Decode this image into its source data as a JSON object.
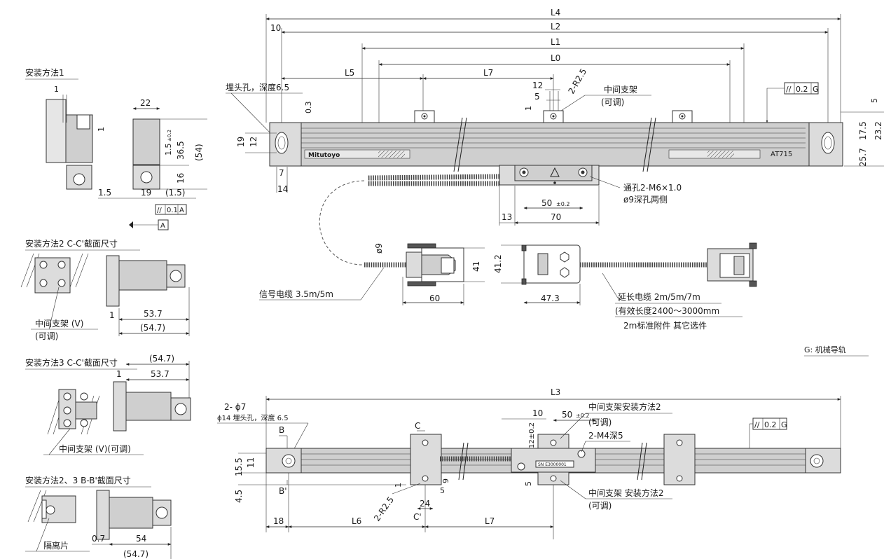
{
  "main": {
    "dims": {
      "L4": "L4",
      "L2": "L2",
      "L1": "L1",
      "L0": "L0",
      "L5": "L5",
      "L7": "L7",
      "d10": "10",
      "d12": "12",
      "d5": "5",
      "r25": "2-R2.5",
      "d1": "1",
      "d03": "0.3",
      "d19": "19",
      "d12b": "12",
      "d7": "7",
      "d14": "14",
      "d5r": "5",
      "d232": "23.2",
      "d175": "17.5",
      "d257": "25.7",
      "d50": "50",
      "tol02": "±0.2",
      "d13": "13",
      "d70": "70",
      "d9": "ø9",
      "d41": "41",
      "d60": "60",
      "d412": "41.2",
      "d473": "47.3"
    },
    "labels": {
      "countersink": "埋头孔，深度6.5",
      "mid_bracket": "中间支架",
      "adjustable": "(可调)",
      "tol_box_value": "0.2",
      "tol_box_datum": "G",
      "thru_hole": "通孔2-M6×1.0",
      "deep_hole": "ø9深孔两侧",
      "signal_cable": "信号电缆   3.5m/5m",
      "ext_cable": "延长电缆   2m/5m/7m",
      "eff_length": "(有效长度2400～3000mm",
      "std_opt": "2m标准附件      其它选件",
      "guide": "G: 机械导轨",
      "brand": "Mitutoyo",
      "model": "AT715"
    }
  },
  "m1": {
    "title": "安装方法1",
    "d1": "1",
    "d1b": "1",
    "d22": "22",
    "d15": "1.5",
    "tol": "±0.2",
    "d365": "36.5",
    "d54": "(54)",
    "d16": "16",
    "d15b": "1.5",
    "d19": "19",
    "d15c": "(1.5)",
    "tol01": "0.1",
    "datumA": "A",
    "datumA2": "A"
  },
  "m2": {
    "title": "安装方法2    C-C'截面尺寸",
    "d537": "53.7",
    "d1": "1",
    "d547": "(54.7)",
    "bracket": "中间支架 (V)",
    "adj": "(可调)"
  },
  "m3": {
    "title": "安装方法3    C-C'截面尺寸",
    "d547": "(54.7)",
    "d1": "1",
    "d537": "53.7",
    "bracket": "中间支架 (V)(可调)"
  },
  "m23": {
    "title": "安装方法2、3    B-B'截面尺寸",
    "d07": "0.7",
    "d54": "54",
    "d547": "(54.7)",
    "spacer": "隔离片"
  },
  "bottom": {
    "L3": "L3",
    "holes": "2- ϕ7",
    "cs": "ϕ14 埋头孔，深度 6.5",
    "B": "B",
    "Bp": "B'",
    "C": "C",
    "Cp": "C'",
    "d10": "10",
    "d50": "50",
    "tol02": "±0.2",
    "d12": "12±0.2",
    "mount2": "中间支架安装方法2",
    "adj": "(可调)",
    "m4": "2-M4深5",
    "d155": "15.5",
    "d11": "11",
    "d45": "4.5",
    "d1": "1",
    "d9": "9",
    "d5": "5",
    "d24": "24",
    "r25": "2-R2.5",
    "d5b": "5",
    "mount2b": "中间支架 安装方法2",
    "adj2": "(可调)",
    "d18": "18",
    "L6": "L6",
    "L7": "L7",
    "tol_value": "0.2",
    "tol_datum": "G",
    "label_small": "SN E3000001"
  },
  "colors": {
    "body": "#cfcfcf",
    "line": "#222222"
  }
}
